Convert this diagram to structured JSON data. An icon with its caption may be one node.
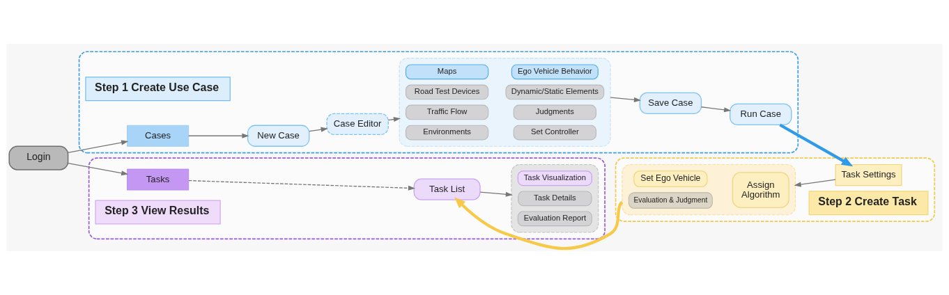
{
  "diagram": {
    "nodes": [
      {
        "text": [
          "Login"
        ]
      },
      {
        "text": [],
        "shape": "box"
      },
      {
        "text": [
          "Step 1 Create Use Case"
        ],
        "in": 1
      },
      {
        "text": [
          "Cases"
        ],
        "in": 1
      },
      {
        "text": [
          "New Case"
        ],
        "in": 1
      },
      {
        "text": [
          "Case Editor"
        ],
        "in": 1
      },
      {
        "text": [],
        "shape": "box",
        "in": 1
      },
      {
        "text": [
          "Maps"
        ],
        "in": 6
      },
      {
        "text": [
          "Ego Vehicle Behavior"
        ],
        "in": 6
      },
      {
        "text": [
          "Road Test Devices"
        ],
        "in": 6
      },
      {
        "text": [
          "Dynamic/Static Elements"
        ],
        "in": 6
      },
      {
        "text": [
          "Traffic Flow"
        ],
        "in": 6
      },
      {
        "text": [
          "Judgments"
        ],
        "in": 6
      },
      {
        "text": [
          "Environments"
        ],
        "in": 6
      },
      {
        "text": [
          "Set Controller"
        ],
        "in": 6
      },
      {
        "text": [
          "Save Case"
        ],
        "in": 1
      },
      {
        "text": [
          "Run Case"
        ],
        "in": 1
      },
      {
        "text": [],
        "shape": "box"
      },
      {
        "text": [
          "Tasks"
        ],
        "in": 17
      },
      {
        "text": [
          "Task List"
        ],
        "in": 17
      },
      {
        "text": [],
        "shape": "box",
        "in": 17
      },
      {
        "text": [
          "Task Visualization"
        ],
        "in": 20
      },
      {
        "text": [
          "Task Details"
        ],
        "in": 20
      },
      {
        "text": [
          "Evaluation Report"
        ],
        "in": 20
      },
      {
        "text": [
          "Step 3 View Results"
        ],
        "in": 17
      },
      {
        "text": [],
        "shape": "box"
      },
      {
        "text": [],
        "shape": "box",
        "in": 25
      },
      {
        "text": [
          "Set Ego Vehicle"
        ],
        "in": 26
      },
      {
        "text": [
          "Evaluation & Judgment"
        ],
        "in": 26
      },
      {
        "text": [
          "Assign Algorithm"
        ],
        "in": 26
      },
      {
        "text": [
          "Task Settings"
        ],
        "in": 25
      },
      {
        "text": [
          "Step 2 Create Task"
        ],
        "in": 25
      }
    ],
    "edges": [
      {
        "from": 0,
        "to": 3,
        "arrow": "to"
      },
      {
        "from": 0,
        "to": 18,
        "arrow": "to"
      },
      {
        "from": 3,
        "to": 4,
        "arrow": "to"
      },
      {
        "from": 4,
        "to": 5,
        "arrow": "to"
      },
      {
        "from": 5,
        "to": 6,
        "arrow": "to"
      },
      {
        "from": 6,
        "to": 15,
        "arrow": "to"
      },
      {
        "from": 15,
        "to": 16,
        "arrow": "to"
      },
      {
        "from": 16,
        "to": 30,
        "arrow": "to",
        "style": "thick",
        "color": "#2f9be8"
      },
      {
        "from": 30,
        "to": 26,
        "arrow": "to"
      },
      {
        "from": 26,
        "to": 19,
        "arrow": "to",
        "style": "thick",
        "color": "#f7c948"
      },
      {
        "from": 18,
        "to": 19,
        "arrow": "to",
        "style": "dashed"
      },
      {
        "from": 19,
        "to": 20,
        "arrow": "to"
      }
    ]
  }
}
